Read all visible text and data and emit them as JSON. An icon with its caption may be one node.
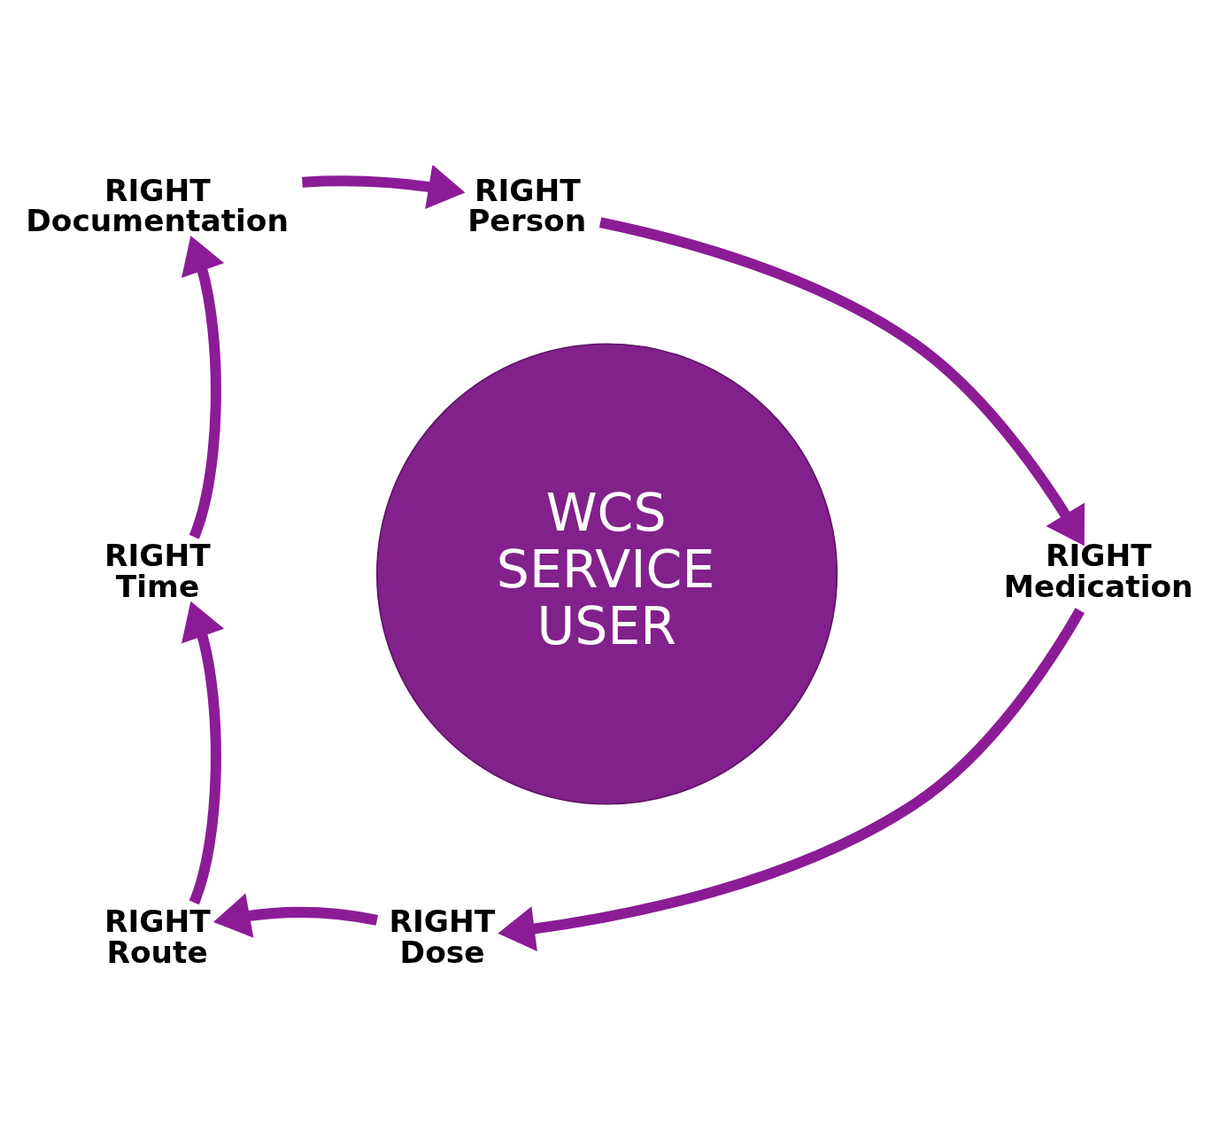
{
  "diagram": {
    "nodes": [
      {
        "text": [
          "WCS SERVICE USER"
        ]
      },
      {
        "text": [
          "RIGHT Documentation"
        ]
      },
      {
        "text": [
          "RIGHT Person"
        ]
      },
      {
        "text": [
          "RIGHT Medication"
        ]
      },
      {
        "text": [
          "RIGHT Dose"
        ]
      },
      {
        "text": [
          "RIGHT Route"
        ]
      },
      {
        "text": [
          "RIGHT Time"
        ]
      }
    ],
    "edges": [
      {
        "from": 1,
        "to": 2,
        "arrow": "to"
      },
      {
        "from": 2,
        "to": 3,
        "arrow": "to"
      },
      {
        "from": 3,
        "to": 4,
        "arrow": "to"
      },
      {
        "from": 4,
        "to": 5,
        "arrow": "to"
      },
      {
        "from": 5,
        "to": 6,
        "arrow": "to"
      },
      {
        "from": 6,
        "to": 1,
        "arrow": "to"
      }
    ]
  }
}
